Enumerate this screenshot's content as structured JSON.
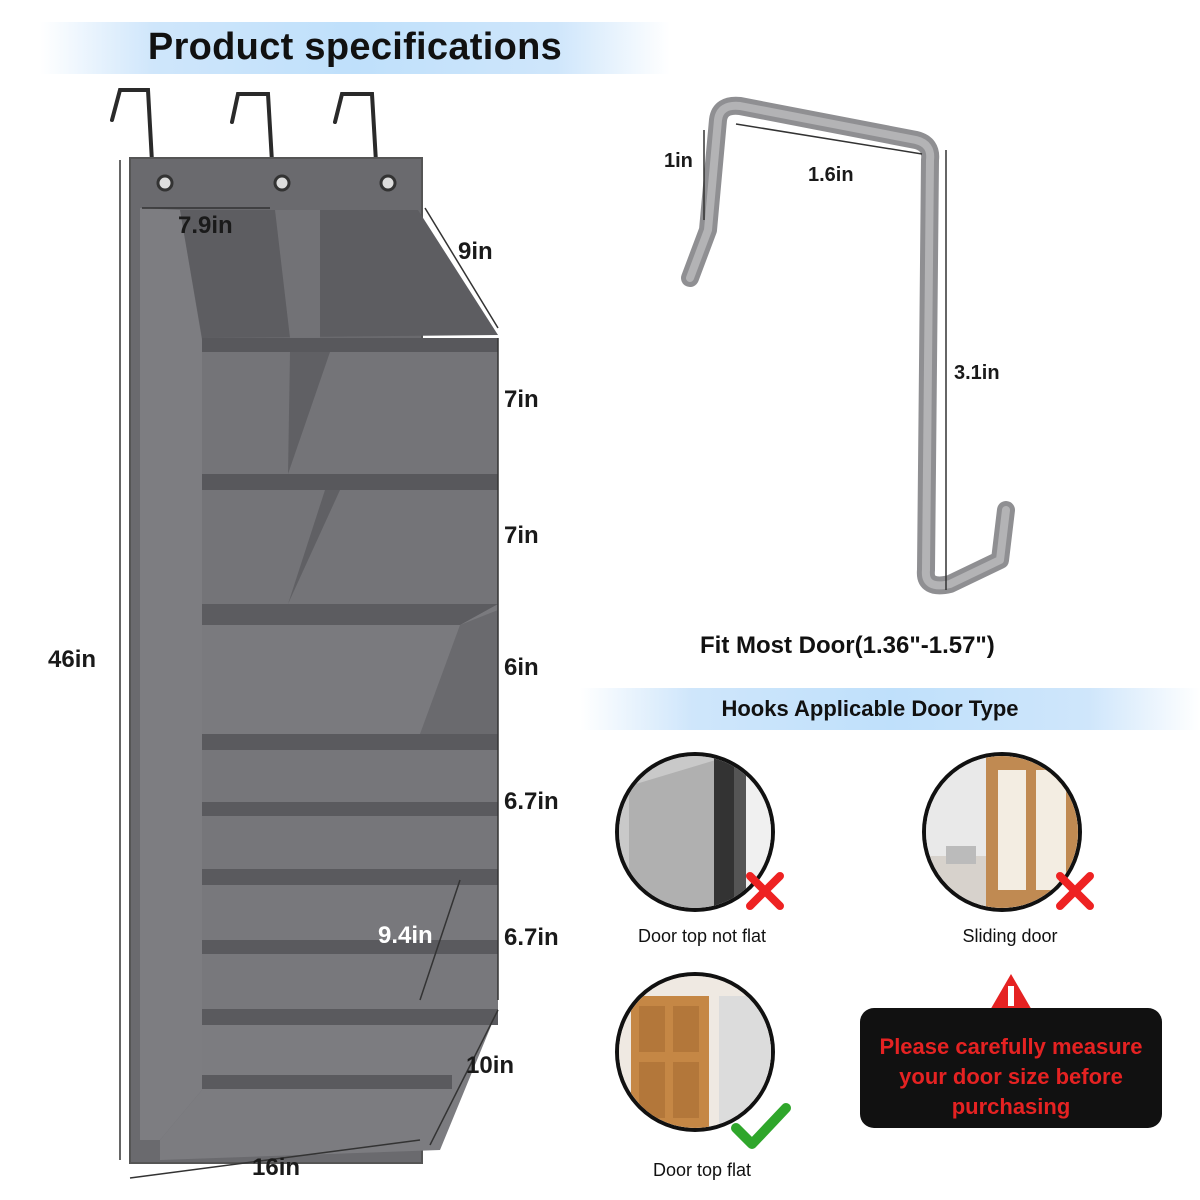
{
  "title": "Product specifications",
  "organizer_dims": {
    "top_width": "7.9in",
    "top_depth": "9in",
    "row1": "7in",
    "row2": "7in",
    "row3": "6in",
    "row4": "6.7in",
    "row5": "6.7in",
    "diag": "9.4in",
    "bottom_depth": "10in",
    "height": "46in",
    "width": "16in"
  },
  "hook_dims": {
    "top": "1in",
    "width": "1.6in",
    "drop": "3.1in"
  },
  "fit_text": "Fit Most Door(1.36\"-1.57\")",
  "door_types_title": "Hooks Applicable Door Type",
  "door_types": [
    {
      "caption": "Door top not flat",
      "status": "cross-icon"
    },
    {
      "caption": "Sliding door",
      "status": "cross-icon"
    },
    {
      "caption": "Door top  flat",
      "status": "check-icon"
    }
  ],
  "warning": {
    "line1": "Please carefully measure",
    "line2": "your door size before",
    "line3": "purchasing"
  },
  "colors": {
    "fabric": "#6e6e72",
    "hook": "#9a9a9c",
    "warning_red": "#e52222",
    "banner_blue": "#bfe0fb"
  }
}
